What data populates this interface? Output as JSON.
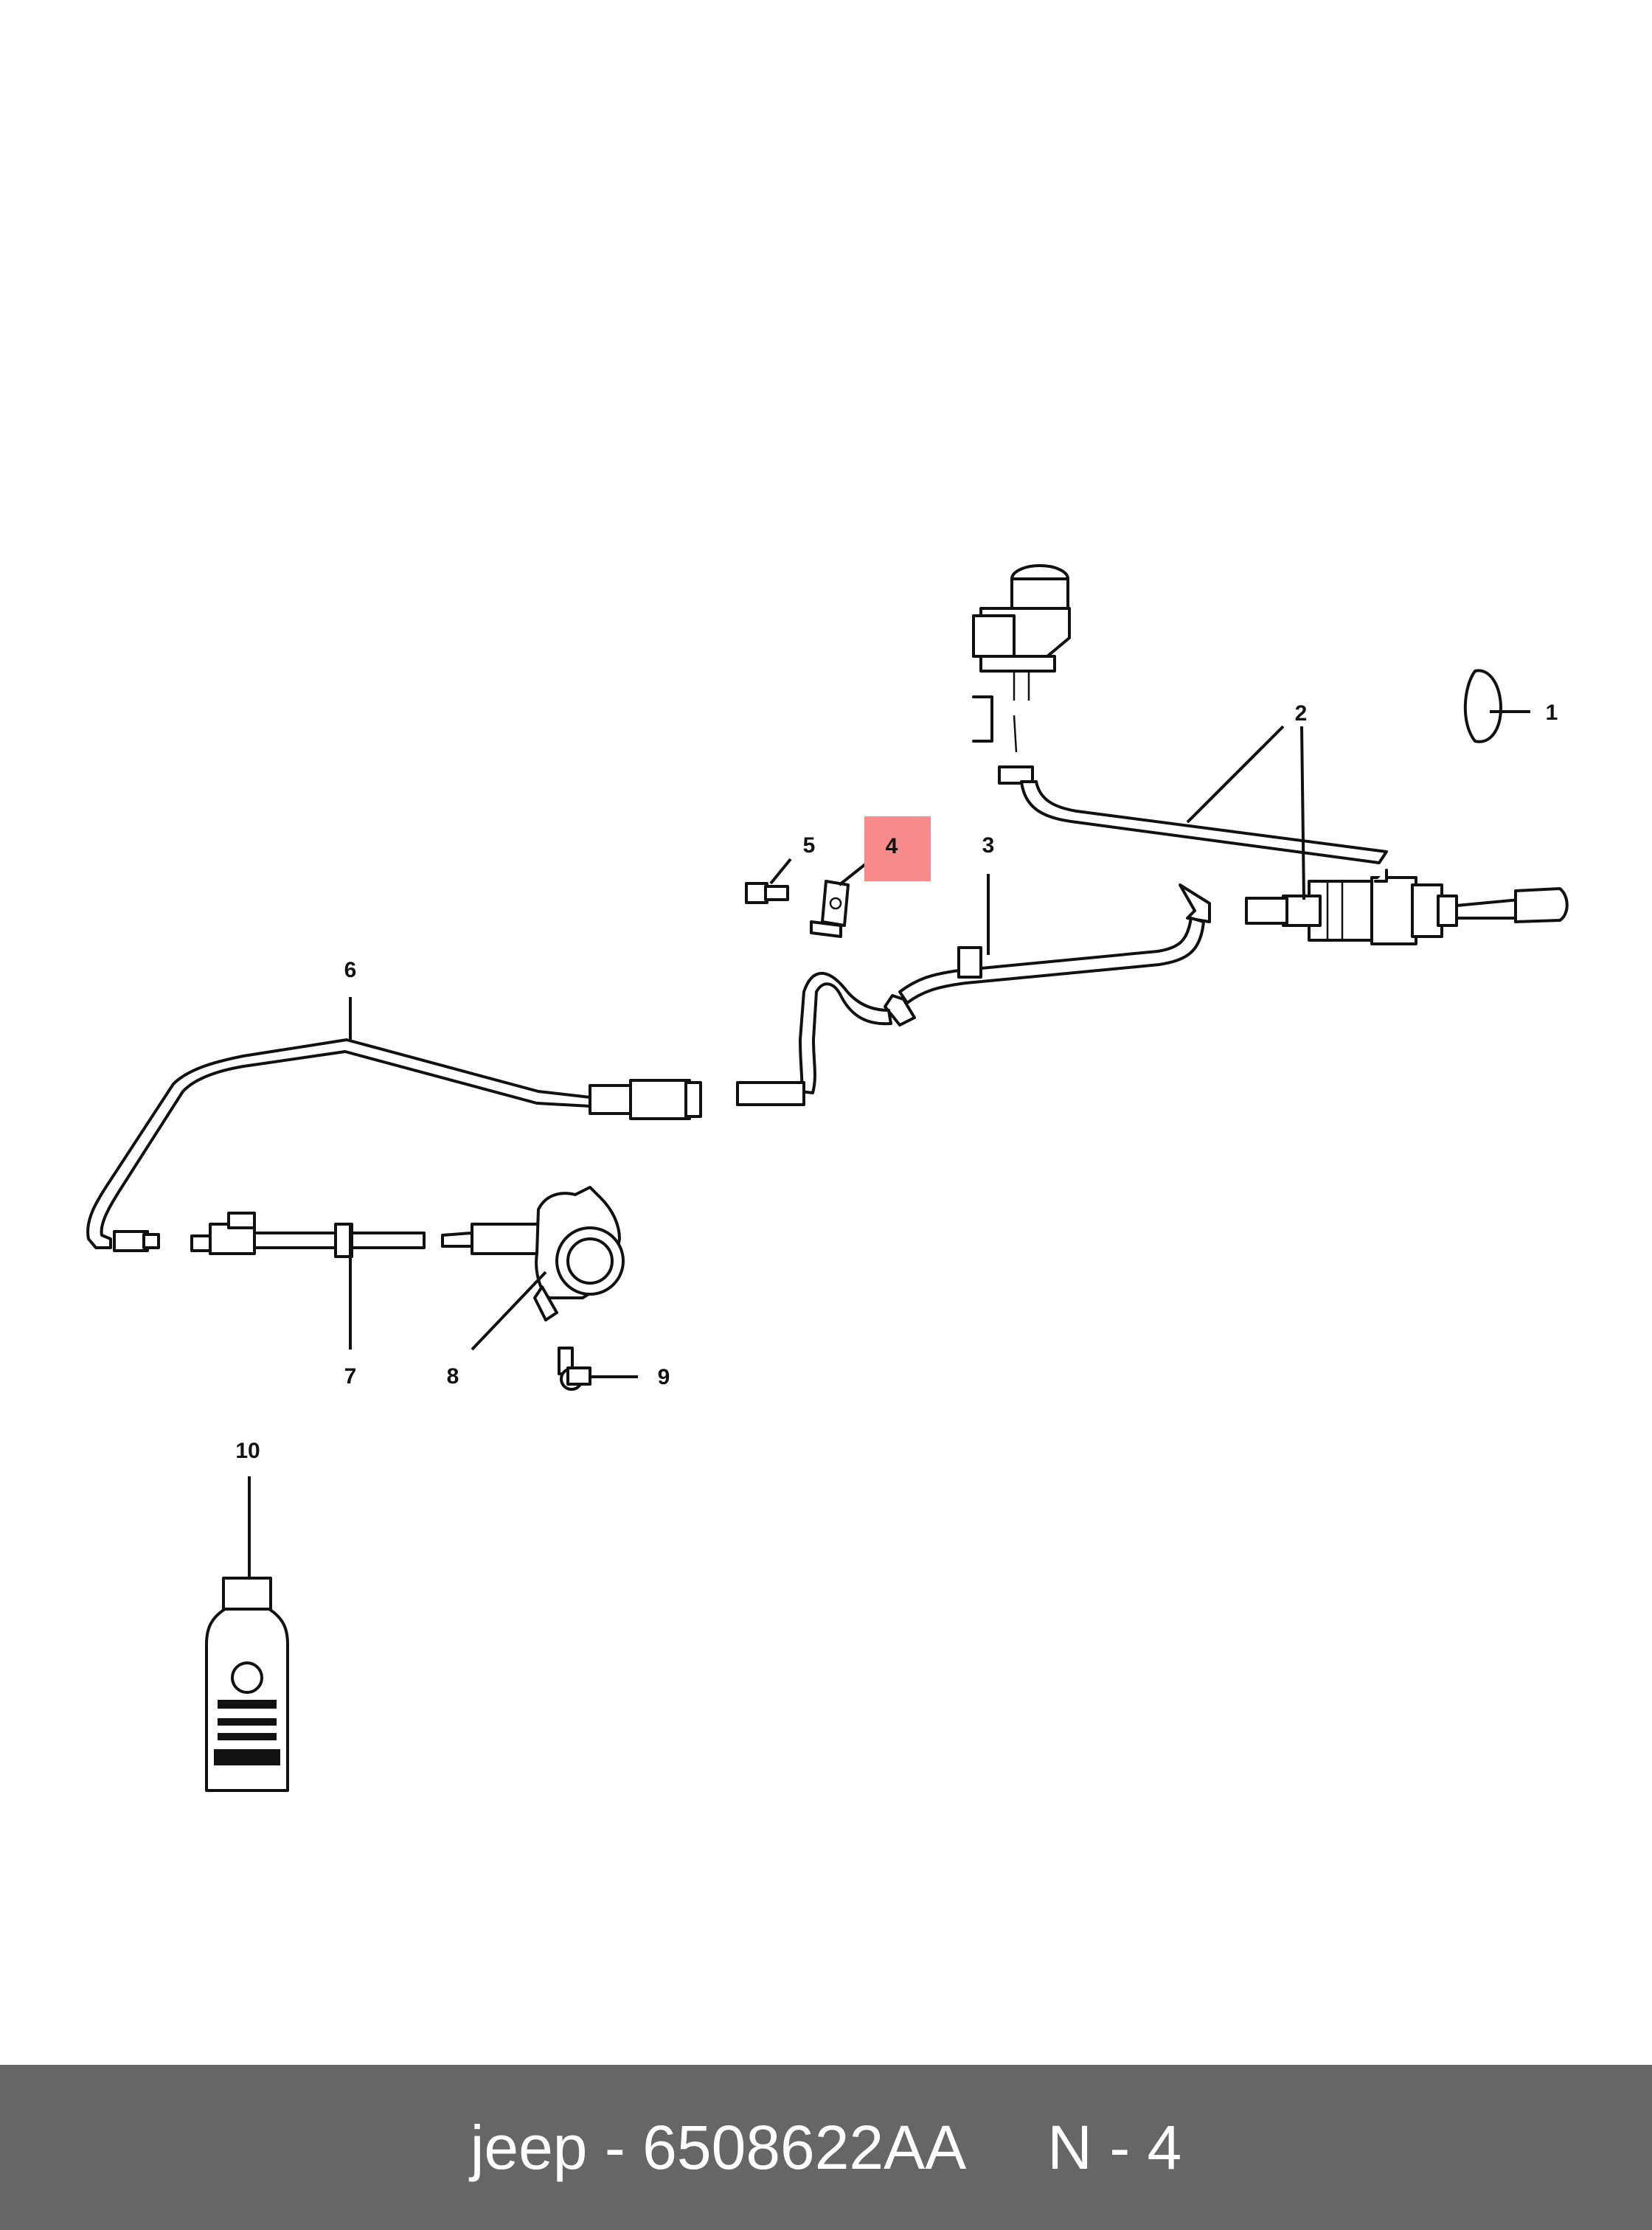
{
  "callouts": {
    "c1": "1",
    "c2": "2",
    "c3": "3",
    "c4": "4",
    "c5": "5",
    "c6": "6",
    "c7": "7",
    "c8": "8",
    "c9": "9",
    "c10": "10"
  },
  "highlight": {
    "callout": "4",
    "color": "#f78a8a"
  },
  "footer": {
    "brand_part": "jeep - 6508622AA",
    "ref": "N - 4",
    "background": "#666666"
  }
}
